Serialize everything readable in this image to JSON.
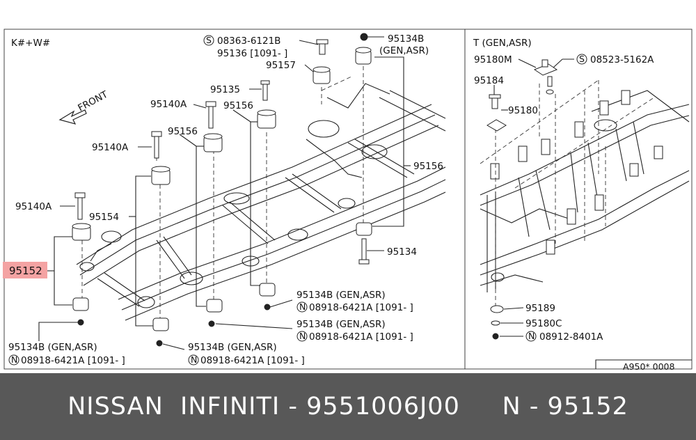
{
  "left_panel": {
    "header": "K#+W#",
    "front_label": "FRONT",
    "callouts": {
      "c1_code": "08363-6121B",
      "c1_sub": "95136 [1091-    ]",
      "c2_code": "95134B",
      "c2_sub": "(GEN,ASR)",
      "p95157": "95157",
      "p95135": "95135",
      "p95140a_top": "95140A",
      "p95156_a": "95156",
      "p95156_b": "95156",
      "p95156_right": "95156",
      "p95140a_mid": "95140A",
      "p95140a_low": "95140A",
      "p95154": "95154",
      "p95134": "95134",
      "p95152": "95152",
      "b1_code": "95134B (GEN,ASR)",
      "b1_sub": "08918-6421A [1091-     ]",
      "b2_code": "95134B (GEN,ASR)",
      "b2_sub": "08918-6421A [1091-     ]",
      "b3_code": "95134B (GEN,ASR)",
      "b3_sub": "08918-6421A [1091-     ]",
      "b4_code": "95134B (GEN,ASR)",
      "b4_sub": "08918-6421A [1091-     ]"
    }
  },
  "right_panel": {
    "header": "T (GEN,ASR)",
    "callouts": {
      "p95180m": "95180M",
      "s_code": "08523-5162A",
      "p95184": "95184",
      "p95180": "95180",
      "p95189": "95189",
      "p95180c": "95180C",
      "n_code": "08912-8401A"
    }
  },
  "diagram_code": "A950* 0008",
  "markers": {
    "s": "S",
    "n": "N"
  },
  "highlight_color": "#f4a3a3",
  "footer": {
    "brand": "NISSAN  INFINITI",
    "separator": " - ",
    "part_number": "9551006J00",
    "gap": "     ",
    "ref": "N - 95152"
  }
}
